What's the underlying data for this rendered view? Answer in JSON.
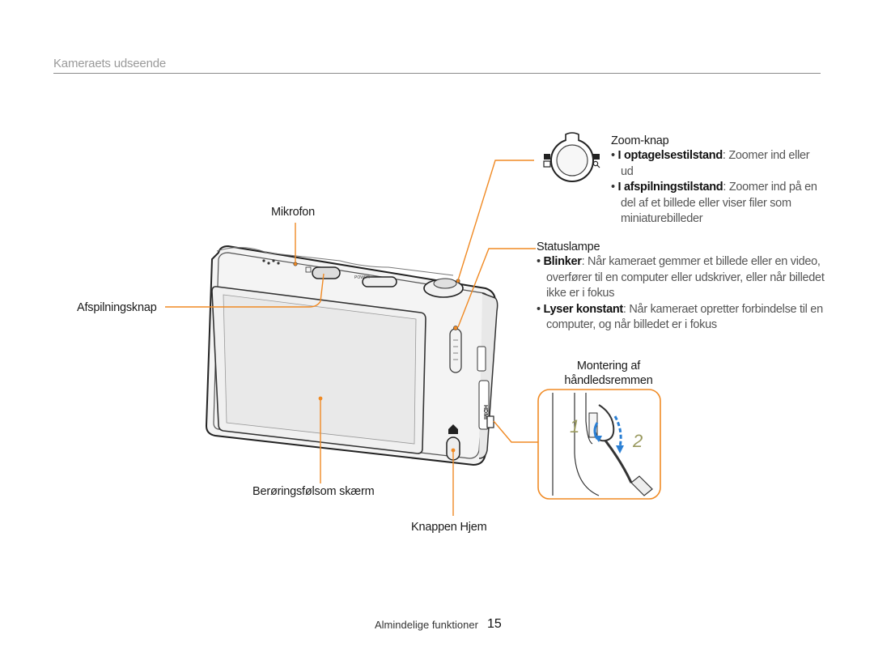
{
  "page": {
    "title": "Kameraets udseende",
    "footer_section": "Almindelige funktioner",
    "footer_page": "15"
  },
  "labels": {
    "mikrofon": "Mikrofon",
    "afspilningsknap": "Afspilningsknap",
    "beroeringsfoelsom_skaerm": "Berøringsfølsom skærm",
    "knappen_hjem": "Knappen Hjem",
    "montering_line1": "Montering af",
    "montering_line2": "håndledsremmen"
  },
  "zoom": {
    "heading": "Zoom-knap",
    "items": [
      {
        "term": "I optagelsestilstand",
        "text": ": Zoomer ind eller ud"
      },
      {
        "term": "I afspilningstilstand",
        "text": ": Zoomer ind på en del af et billede eller viser filer som miniaturebilleder"
      }
    ]
  },
  "status": {
    "heading": "Statuslampe",
    "items": [
      {
        "term": "Blinker",
        "text": ": Når kameraet gemmer et billede eller en video, overfører til en computer eller udskriver, eller når billedet ikke er i fokus"
      },
      {
        "term": "Lyser konstant",
        "text": ": Når kameraet opretter forbindelse til en computer, og når billedet er i fokus"
      }
    ]
  },
  "camera_markings": {
    "power": "POWER",
    "hdmi": "HDMI"
  },
  "strap_steps": [
    "1",
    "2"
  ],
  "colors": {
    "callout": "#f08a24",
    "title_gray": "#9a9a9a",
    "arrow_blue": "#2a7fd4",
    "step_olive": "#9a9a60"
  }
}
